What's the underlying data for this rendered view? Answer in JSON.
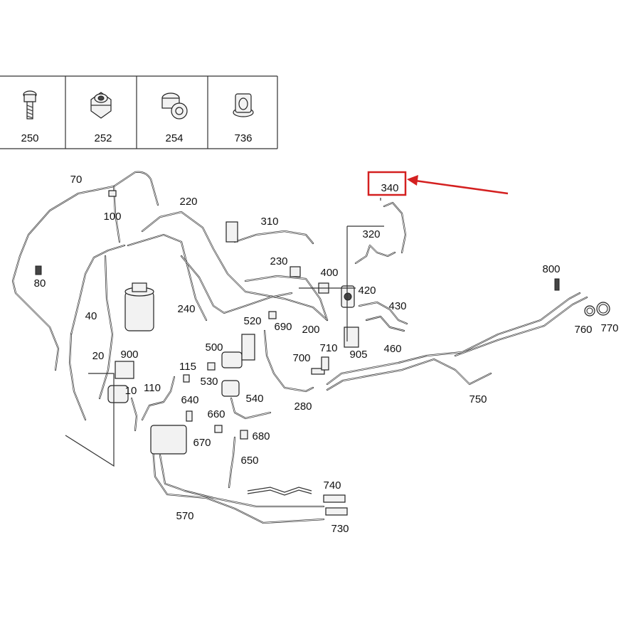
{
  "legend_table": {
    "cells": [
      {
        "label": "250",
        "icon": "screw-icon"
      },
      {
        "label": "252",
        "icon": "clip-nut-icon"
      },
      {
        "label": "254",
        "icon": "push-rivet-icon"
      },
      {
        "label": "736",
        "icon": "flange-nut-icon"
      }
    ]
  },
  "parts": {
    "p70": "70",
    "p100": "100",
    "p220": "220",
    "p310": "310",
    "p340": "340",
    "p320": "320",
    "p80": "80",
    "p230": "230",
    "p400": "400",
    "p420": "420",
    "p800": "800",
    "p40": "40",
    "p240": "240",
    "p520": "520",
    "p690": "690",
    "p200": "200",
    "p430": "430",
    "p760": "760",
    "p770": "770",
    "p20": "20",
    "p900": "900",
    "p500": "500",
    "p710": "710",
    "p905": "905",
    "p460": "460",
    "p700": "700",
    "p115": "115",
    "p530": "530",
    "p10": "10",
    "p110": "110",
    "p540": "540",
    "p750": "750",
    "p640": "640",
    "p280": "280",
    "p660": "660",
    "p670": "670",
    "p680": "680",
    "p650": "650",
    "p740": "740",
    "p570": "570",
    "p730": "730"
  },
  "highlight": {
    "target_part": "340",
    "box_color": "#d42020",
    "arrow_color": "#d42020"
  }
}
